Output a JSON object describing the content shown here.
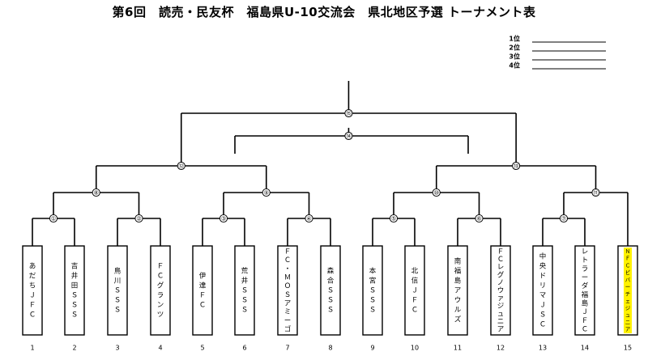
{
  "title": "第6回　読売・民友杯　福島県U-10交流会　県北地区予選 トーナメント表",
  "ranks": [
    "1位",
    "2位",
    "3位",
    "4位"
  ],
  "highlight_color": "#fff200",
  "teams": [
    {
      "num": "1",
      "chars": [
        "あ",
        "だ",
        "ち",
        "Ｊ",
        "Ｆ",
        "Ｃ"
      ]
    },
    {
      "num": "2",
      "chars": [
        "吉",
        "井",
        "田",
        "Ｓ",
        "Ｓ",
        "Ｓ"
      ]
    },
    {
      "num": "3",
      "chars": [
        "鳥",
        "川",
        "Ｓ",
        "Ｓ",
        "Ｓ"
      ]
    },
    {
      "num": "4",
      "chars": [
        "Ｆ",
        "Ｃ",
        "グ",
        "ラ",
        "ン",
        "ツ"
      ]
    },
    {
      "num": "5",
      "chars": [
        "伊",
        "達",
        "Ｆ",
        "Ｃ"
      ]
    },
    {
      "num": "6",
      "chars": [
        "荒",
        "井",
        "Ｓ",
        "Ｓ",
        "Ｓ"
      ]
    },
    {
      "num": "7",
      "chars": [
        "Ｆ",
        "Ｃ",
        "・",
        "Ｍ",
        "Ｏ",
        "Ｓ",
        "ア",
        "ミ",
        "ー",
        "ゴ"
      ]
    },
    {
      "num": "8",
      "chars": [
        "森",
        "合",
        "Ｓ",
        "Ｓ",
        "Ｓ"
      ]
    },
    {
      "num": "9",
      "chars": [
        "本",
        "宮",
        "Ｓ",
        "Ｓ",
        "Ｓ"
      ]
    },
    {
      "num": "10",
      "chars": [
        "北",
        "信",
        "Ｊ",
        "Ｆ",
        "Ｃ"
      ]
    },
    {
      "num": "11",
      "chars": [
        "南",
        "福",
        "島",
        "ア",
        "ウ",
        "ル",
        "ズ"
      ]
    },
    {
      "num": "12",
      "chars": [
        "Ｆ",
        "Ｃ",
        "レ",
        "グ",
        "ノ",
        "ウ",
        "ァ",
        "ジ",
        "ュ",
        "ニ",
        "ア"
      ]
    },
    {
      "num": "13",
      "chars": [
        "中",
        "央",
        "ド",
        "リ",
        "マ",
        "Ｊ",
        "Ｓ",
        "Ｃ"
      ]
    },
    {
      "num": "14",
      "chars": [
        "レ",
        "ト",
        "ラ",
        "ー",
        "ダ",
        "福",
        "島",
        "Ｊ",
        "Ｆ",
        "Ｃ"
      ]
    },
    {
      "num": "15",
      "highlight": true,
      "chars": [
        "Ｎ",
        "Ｆ",
        "Ｃ",
        "ビ",
        "バ",
        "ー",
        "チ",
        "ェ",
        "ジ",
        "ュ",
        "ニ",
        "ア"
      ]
    }
  ],
  "match_marks": [
    "①",
    "②",
    "③",
    "④",
    "⑤",
    "⑥",
    "⑦",
    "⑧",
    "⑨",
    "⑩",
    "⑪",
    "⑫",
    "⑬",
    "⑭",
    "⑮"
  ]
}
